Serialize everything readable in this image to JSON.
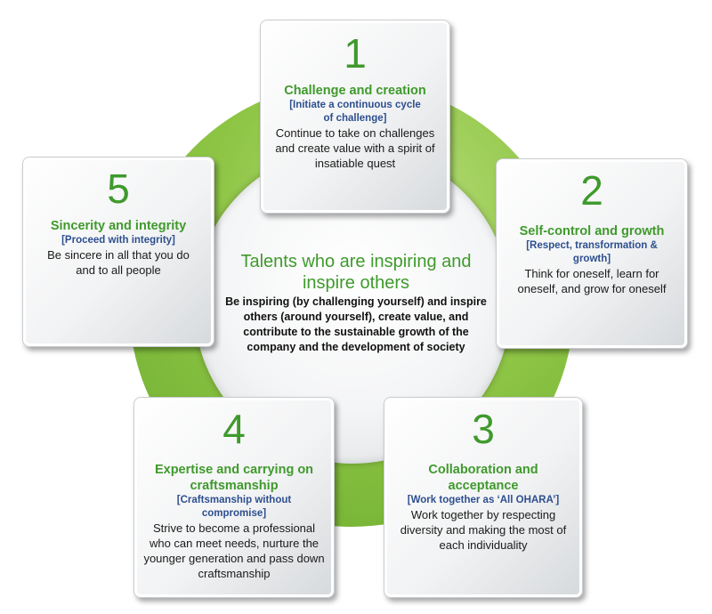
{
  "center": {
    "title": "Talents who are inspiring and inspire others",
    "body": "Be inspiring (by challenging yourself) and inspire others (around yourself), create value, and contribute to the sustainable growth of the company and the development of society"
  },
  "cards": [
    {
      "number": "1",
      "title": "Challenge and creation",
      "subtitle": "[Initiate a continuous cycle of challenge]",
      "body": "Continue to take on challenges and create value with a spirit of insatiable quest"
    },
    {
      "number": "2",
      "title": "Self-control and growth",
      "subtitle": "[Respect, transformation & growth]",
      "body": "Think for oneself, learn for oneself, and grow for oneself"
    },
    {
      "number": "3",
      "title": "Collaboration and acceptance",
      "subtitle": "[Work together as ‘All OHARA’]",
      "body": "Work together by respecting diversity and making the most of each individuality"
    },
    {
      "number": "4",
      "title": "Expertise and carrying on craftsmanship",
      "subtitle": "[Craftsmanship without compromise]",
      "body": "Strive to become a professional who can meet needs, nurture the younger generation and pass down craftsmanship"
    },
    {
      "number": "5",
      "title": "Sincerity and integrity",
      "subtitle": "[Proceed with integrity]",
      "body": "Be sincere in all that you do and to all people"
    }
  ],
  "colors": {
    "ring": "#8ec545",
    "title_green": "#3f9a2c",
    "subtitle_blue": "#2d4f8e"
  }
}
